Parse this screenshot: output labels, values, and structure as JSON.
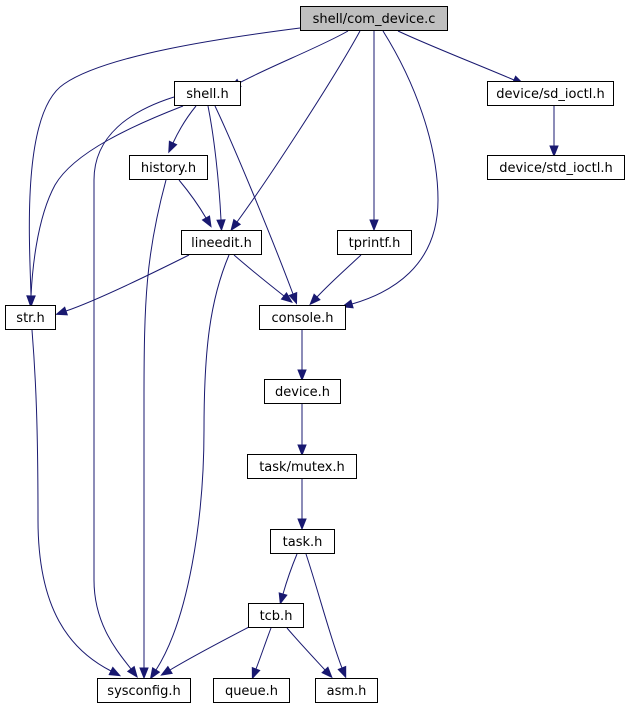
{
  "diagram": {
    "colors": {
      "edge": "#191970",
      "root_fill": "#bfbfbf",
      "node_fill": "#ffffff",
      "node_border": "#000000"
    },
    "nodes": {
      "root": {
        "label": "shell/com_device.c"
      },
      "shell_h": {
        "label": "shell.h"
      },
      "sd_ioctl_h": {
        "label": "device/sd_ioctl.h"
      },
      "std_ioctl_h": {
        "label": "device/std_ioctl.h"
      },
      "history_h": {
        "label": "history.h"
      },
      "lineedit_h": {
        "label": "lineedit.h"
      },
      "tprintf_h": {
        "label": "tprintf.h"
      },
      "str_h": {
        "label": "str.h"
      },
      "console_h": {
        "label": "console.h"
      },
      "device_h": {
        "label": "device.h"
      },
      "mutex_h": {
        "label": "task/mutex.h"
      },
      "task_h": {
        "label": "task.h"
      },
      "tcb_h": {
        "label": "tcb.h"
      },
      "sysconfig_h": {
        "label": "sysconfig.h"
      },
      "queue_h": {
        "label": "queue.h"
      },
      "asm_h": {
        "label": "asm.h"
      }
    },
    "edges": [
      {
        "from": "root",
        "to": "shell_h"
      },
      {
        "from": "root",
        "to": "sd_ioctl_h"
      },
      {
        "from": "root",
        "to": "str_h"
      },
      {
        "from": "root",
        "to": "lineedit_h"
      },
      {
        "from": "root",
        "to": "tprintf_h"
      },
      {
        "from": "root",
        "to": "console_h"
      },
      {
        "from": "sd_ioctl_h",
        "to": "std_ioctl_h"
      },
      {
        "from": "shell_h",
        "to": "history_h"
      },
      {
        "from": "shell_h",
        "to": "lineedit_h"
      },
      {
        "from": "shell_h",
        "to": "str_h"
      },
      {
        "from": "shell_h",
        "to": "console_h"
      },
      {
        "from": "shell_h",
        "to": "sysconfig_h"
      },
      {
        "from": "history_h",
        "to": "lineedit_h"
      },
      {
        "from": "history_h",
        "to": "sysconfig_h"
      },
      {
        "from": "lineedit_h",
        "to": "str_h"
      },
      {
        "from": "lineedit_h",
        "to": "console_h"
      },
      {
        "from": "lineedit_h",
        "to": "sysconfig_h"
      },
      {
        "from": "tprintf_h",
        "to": "console_h"
      },
      {
        "from": "str_h",
        "to": "sysconfig_h"
      },
      {
        "from": "console_h",
        "to": "device_h"
      },
      {
        "from": "device_h",
        "to": "mutex_h"
      },
      {
        "from": "mutex_h",
        "to": "task_h"
      },
      {
        "from": "task_h",
        "to": "tcb_h"
      },
      {
        "from": "task_h",
        "to": "asm_h"
      },
      {
        "from": "tcb_h",
        "to": "sysconfig_h"
      },
      {
        "from": "tcb_h",
        "to": "queue_h"
      },
      {
        "from": "tcb_h",
        "to": "asm_h"
      }
    ]
  }
}
